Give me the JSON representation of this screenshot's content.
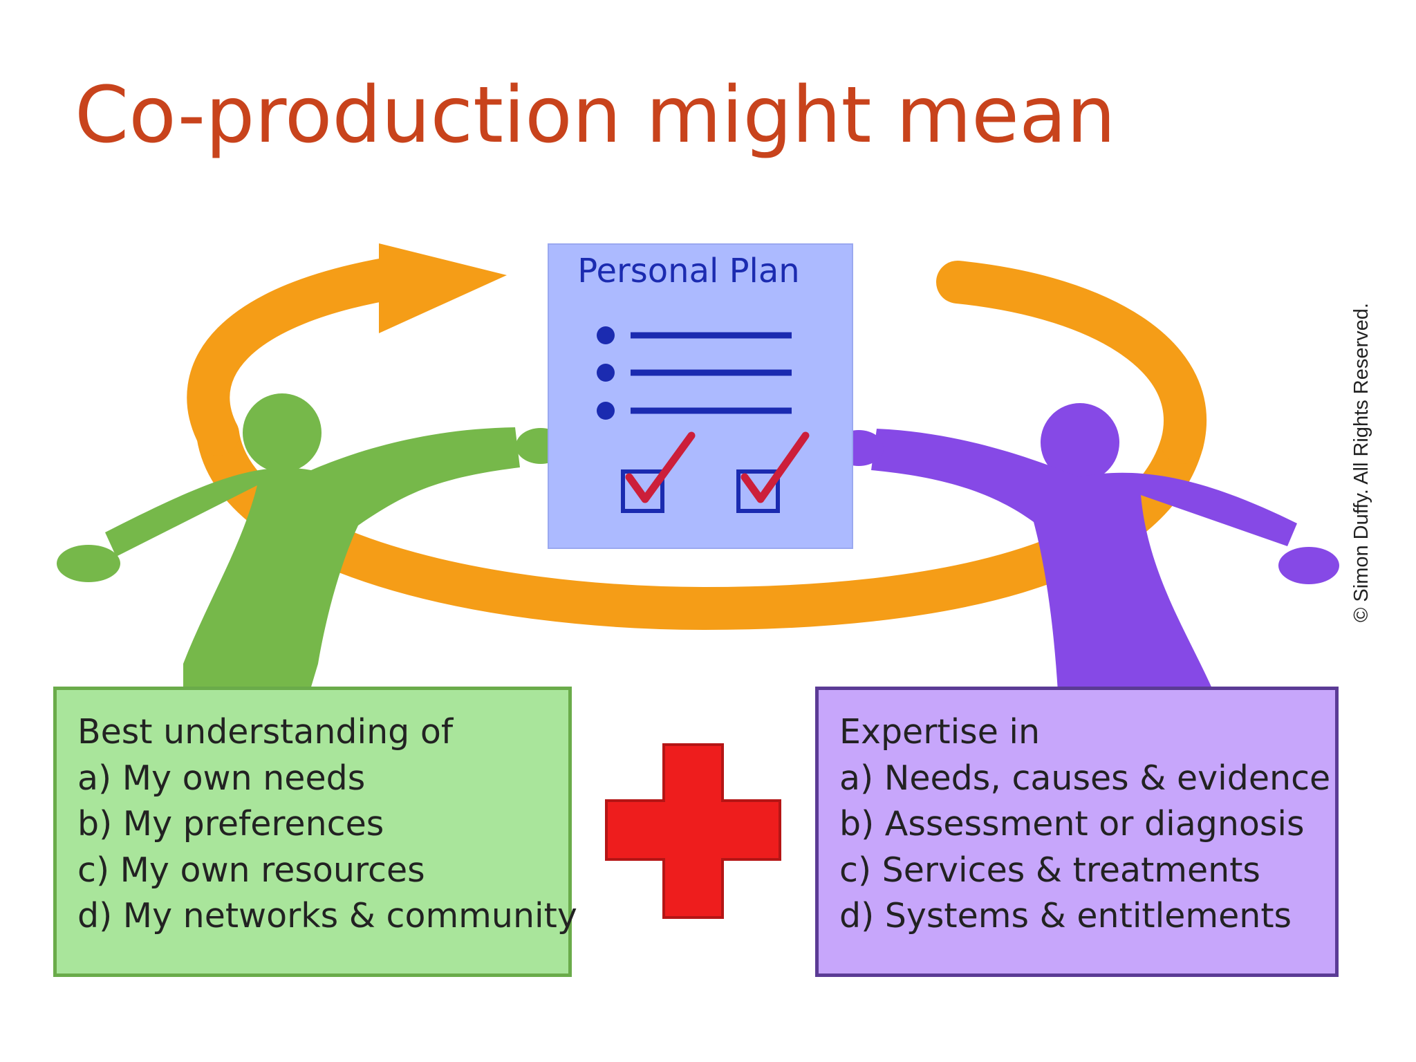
{
  "slide": {
    "title": "Co-production might mean"
  },
  "plan": {
    "title": "Personal Plan"
  },
  "left_box": {
    "lines": [
      "Best understanding of",
      "a) My own needs",
      "b) My preferences",
      "c) My own resources",
      "d) My networks & community"
    ]
  },
  "right_box": {
    "lines": [
      "Expertise in",
      "a) Needs, causes & evidence",
      "b) Assessment or diagnosis",
      "c) Services & treatments",
      "d) Systems & entitlements"
    ]
  },
  "copyright": "© Simon Duffy. All Rights Reserved.",
  "colors": {
    "title": "#c8431c",
    "cycle_arrow": "#f59d17",
    "person_left": "#76b84a",
    "person_right": "#8649e6",
    "plan_background": "#acbaff",
    "plan_ink": "#1b2bb0",
    "check": "#cc1f3a",
    "plus": "#ee1d1d",
    "left_box": "#a9e59b",
    "right_box": "#c7a6fb"
  },
  "icons": {
    "cycle": "orange-circular-arrow-icon",
    "left_person": "green-person-icon",
    "right_person": "purple-person-icon",
    "plan": "checklist-document-icon",
    "plus": "red-cross-plus-icon"
  }
}
